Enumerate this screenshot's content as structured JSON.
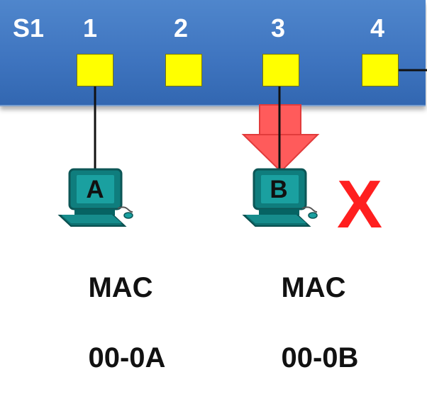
{
  "switch": {
    "name": "S1",
    "ports": [
      "1",
      "2",
      "3",
      "4"
    ]
  },
  "hosts": [
    {
      "letter": "A",
      "mac_label": "MAC",
      "mac_value": "00-0A"
    },
    {
      "letter": "B",
      "mac_label": "MAC",
      "mac_value": "00-0B"
    }
  ],
  "status_mark": "X",
  "colors": {
    "switch_bar": "#3f75c0",
    "port": "#ffff00",
    "arrow": "#ff5b5b",
    "x_mark": "#ff1f1f",
    "pc_screen": "#1aa0a0"
  },
  "icons": [
    "switch-icon",
    "desktop-computer-icon",
    "red-arrow-icon",
    "x-mark-icon"
  ]
}
